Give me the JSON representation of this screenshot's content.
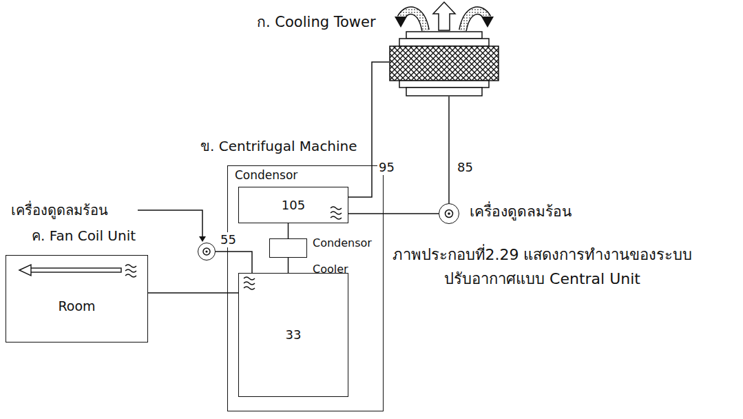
{
  "diagram": {
    "caption": "ภาพประกอบที่2.29 แสดงการทำงานของระบบ ปรับอากาศแบบ Central Unit",
    "nodes": [
      {
        "text": [
          "ก. Cooling Tower"
        ]
      },
      {
        "text": [
          "ข. Centrifugal Machine",
          "Condensor"
        ]
      },
      {
        "text": [
          "105"
        ],
        "in": 1
      },
      {
        "text": [
          "Condensor",
          "Cooler"
        ],
        "in": 1
      },
      {
        "text": [
          "33"
        ],
        "in": 1
      },
      {
        "text": [
          "เครื่องดูดลมร้อน"
        ]
      },
      {
        "text": [
          "เครื่องดูดลมร้อน",
          "ค. Fan Coil Unit"
        ]
      },
      {
        "text": [
          "Room"
        ]
      }
    ],
    "edges": [
      {
        "from": 2,
        "to": 0,
        "label": "95",
        "arrow": "none"
      },
      {
        "from": 0,
        "to": 5,
        "label": "85",
        "arrow": "none"
      },
      {
        "from": 5,
        "to": 2,
        "arrow": "none"
      },
      {
        "from": 2,
        "to": 3,
        "arrow": "none"
      },
      {
        "from": 3,
        "to": 4,
        "arrow": "none"
      },
      {
        "from": 4,
        "to": 6,
        "label": "55",
        "arrow": "none"
      },
      {
        "from": 4,
        "to": 7,
        "arrow": "none"
      }
    ]
  }
}
